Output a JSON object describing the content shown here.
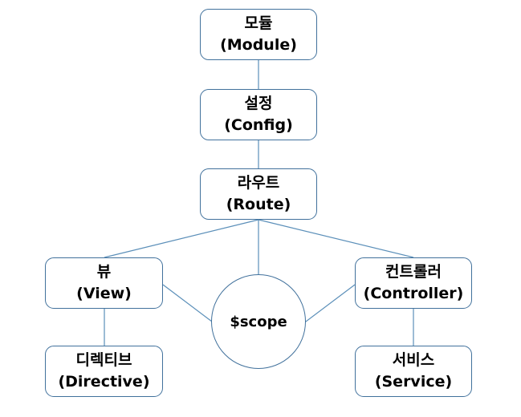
{
  "diagram": {
    "nodes": {
      "module": {
        "ko": "모듈",
        "en": "(Module)"
      },
      "config": {
        "ko": "설정",
        "en": "(Config)"
      },
      "route": {
        "ko": "라우트",
        "en": "(Route)"
      },
      "view": {
        "ko": "뷰",
        "en": "(View)"
      },
      "controller": {
        "ko": "컨트롤러",
        "en": "(Controller)"
      },
      "directive": {
        "ko": "디렉티브",
        "en": "(Directive)"
      },
      "service": {
        "ko": "서비스",
        "en": "(Service)"
      },
      "scope": {
        "label": "$scope"
      }
    },
    "edges": [
      [
        "module",
        "config"
      ],
      [
        "config",
        "route"
      ],
      [
        "route",
        "view"
      ],
      [
        "route",
        "scope"
      ],
      [
        "route",
        "controller"
      ],
      [
        "view",
        "scope"
      ],
      [
        "controller",
        "scope"
      ],
      [
        "view",
        "directive"
      ],
      [
        "controller",
        "service"
      ]
    ],
    "colors": {
      "node_border": "#41719c",
      "edge": "#5b8fb9",
      "text": "#000000"
    }
  }
}
